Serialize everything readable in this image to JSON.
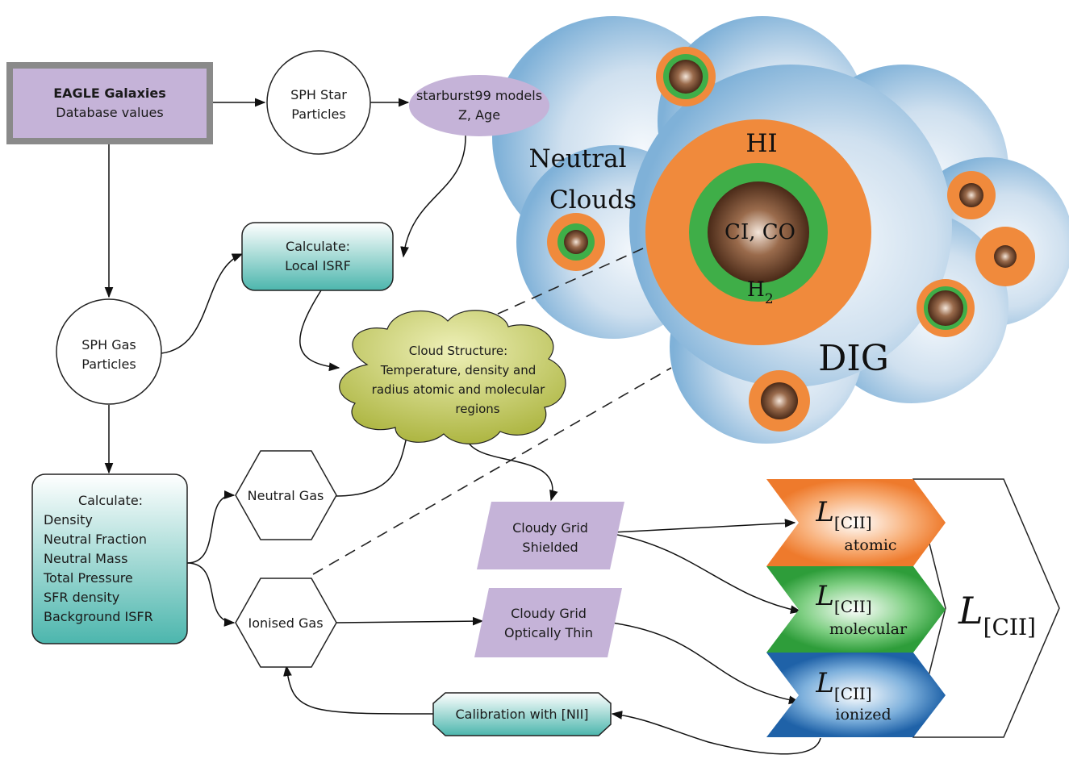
{
  "eagle": {
    "title": "EAGLE Galaxies",
    "subtitle": "Database values"
  },
  "star_particles": [
    "SPH Star",
    "Particles"
  ],
  "starburst": [
    "starburst99 models",
    "Z, Age"
  ],
  "isrf": [
    "Calculate:",
    "Local ISRF"
  ],
  "gas_particles": [
    "SPH Gas",
    "Particles"
  ],
  "cloud_structure": [
    "Cloud Structure:",
    "Temperature, density and",
    "radius atomic and molecular",
    "regions"
  ],
  "calc_props": {
    "title": "Calculate:",
    "items": [
      "Density",
      "Neutral Fraction",
      "Neutral Mass",
      "Total Pressure",
      "SFR density",
      "Background ISFR"
    ]
  },
  "neutral_gas": "Neutral Gas",
  "ionised_gas": "Ionised Gas",
  "grid_shielded": [
    "Cloudy Grid",
    "Shielded"
  ],
  "grid_thin": [
    "Cloudy Grid",
    "Optically Thin"
  ],
  "calibration": "Calibration with [NII]",
  "cloud_labels": {
    "neutral": [
      "Neutral",
      "Clouds"
    ],
    "hi": "HI",
    "core": "CI, CO",
    "h2_base": "H",
    "h2_sub": "2",
    "dig": "DIG"
  },
  "luminosity": {
    "symbol": "L",
    "subscript": "[CII]",
    "phases": [
      "atomic",
      "molecular",
      "ionized"
    ]
  },
  "colors": {
    "purple": "#c5b3d8",
    "teal": "#4cb6ad",
    "orange": "#f08a3c",
    "green": "#3fae48",
    "blue": "#2a6fb5",
    "cloud": "#a9cbe6",
    "core": "#6b4430"
  }
}
